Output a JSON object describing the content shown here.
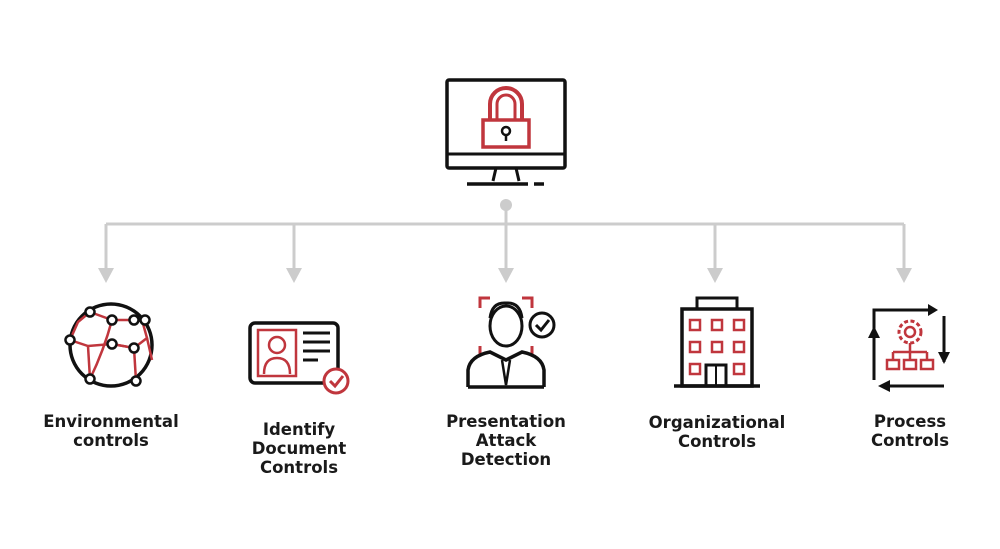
{
  "colors": {
    "accent": "#c0363d",
    "ink": "#111111",
    "connector": "#cccccc"
  },
  "root": {
    "name": "computer-lock-icon"
  },
  "items": [
    {
      "icon": "globe-network-icon",
      "lines": [
        "Environmental",
        "controls"
      ]
    },
    {
      "icon": "id-card-check-icon",
      "lines": [
        "Identify",
        "Document",
        "Controls"
      ]
    },
    {
      "icon": "face-scan-check-icon",
      "lines": [
        "Presentation",
        "Attack",
        "Detection"
      ]
    },
    {
      "icon": "office-building-icon",
      "lines": [
        "Organizational",
        "Controls"
      ]
    },
    {
      "icon": "process-gear-cycle-icon",
      "lines": [
        "Process",
        "Controls"
      ]
    }
  ]
}
